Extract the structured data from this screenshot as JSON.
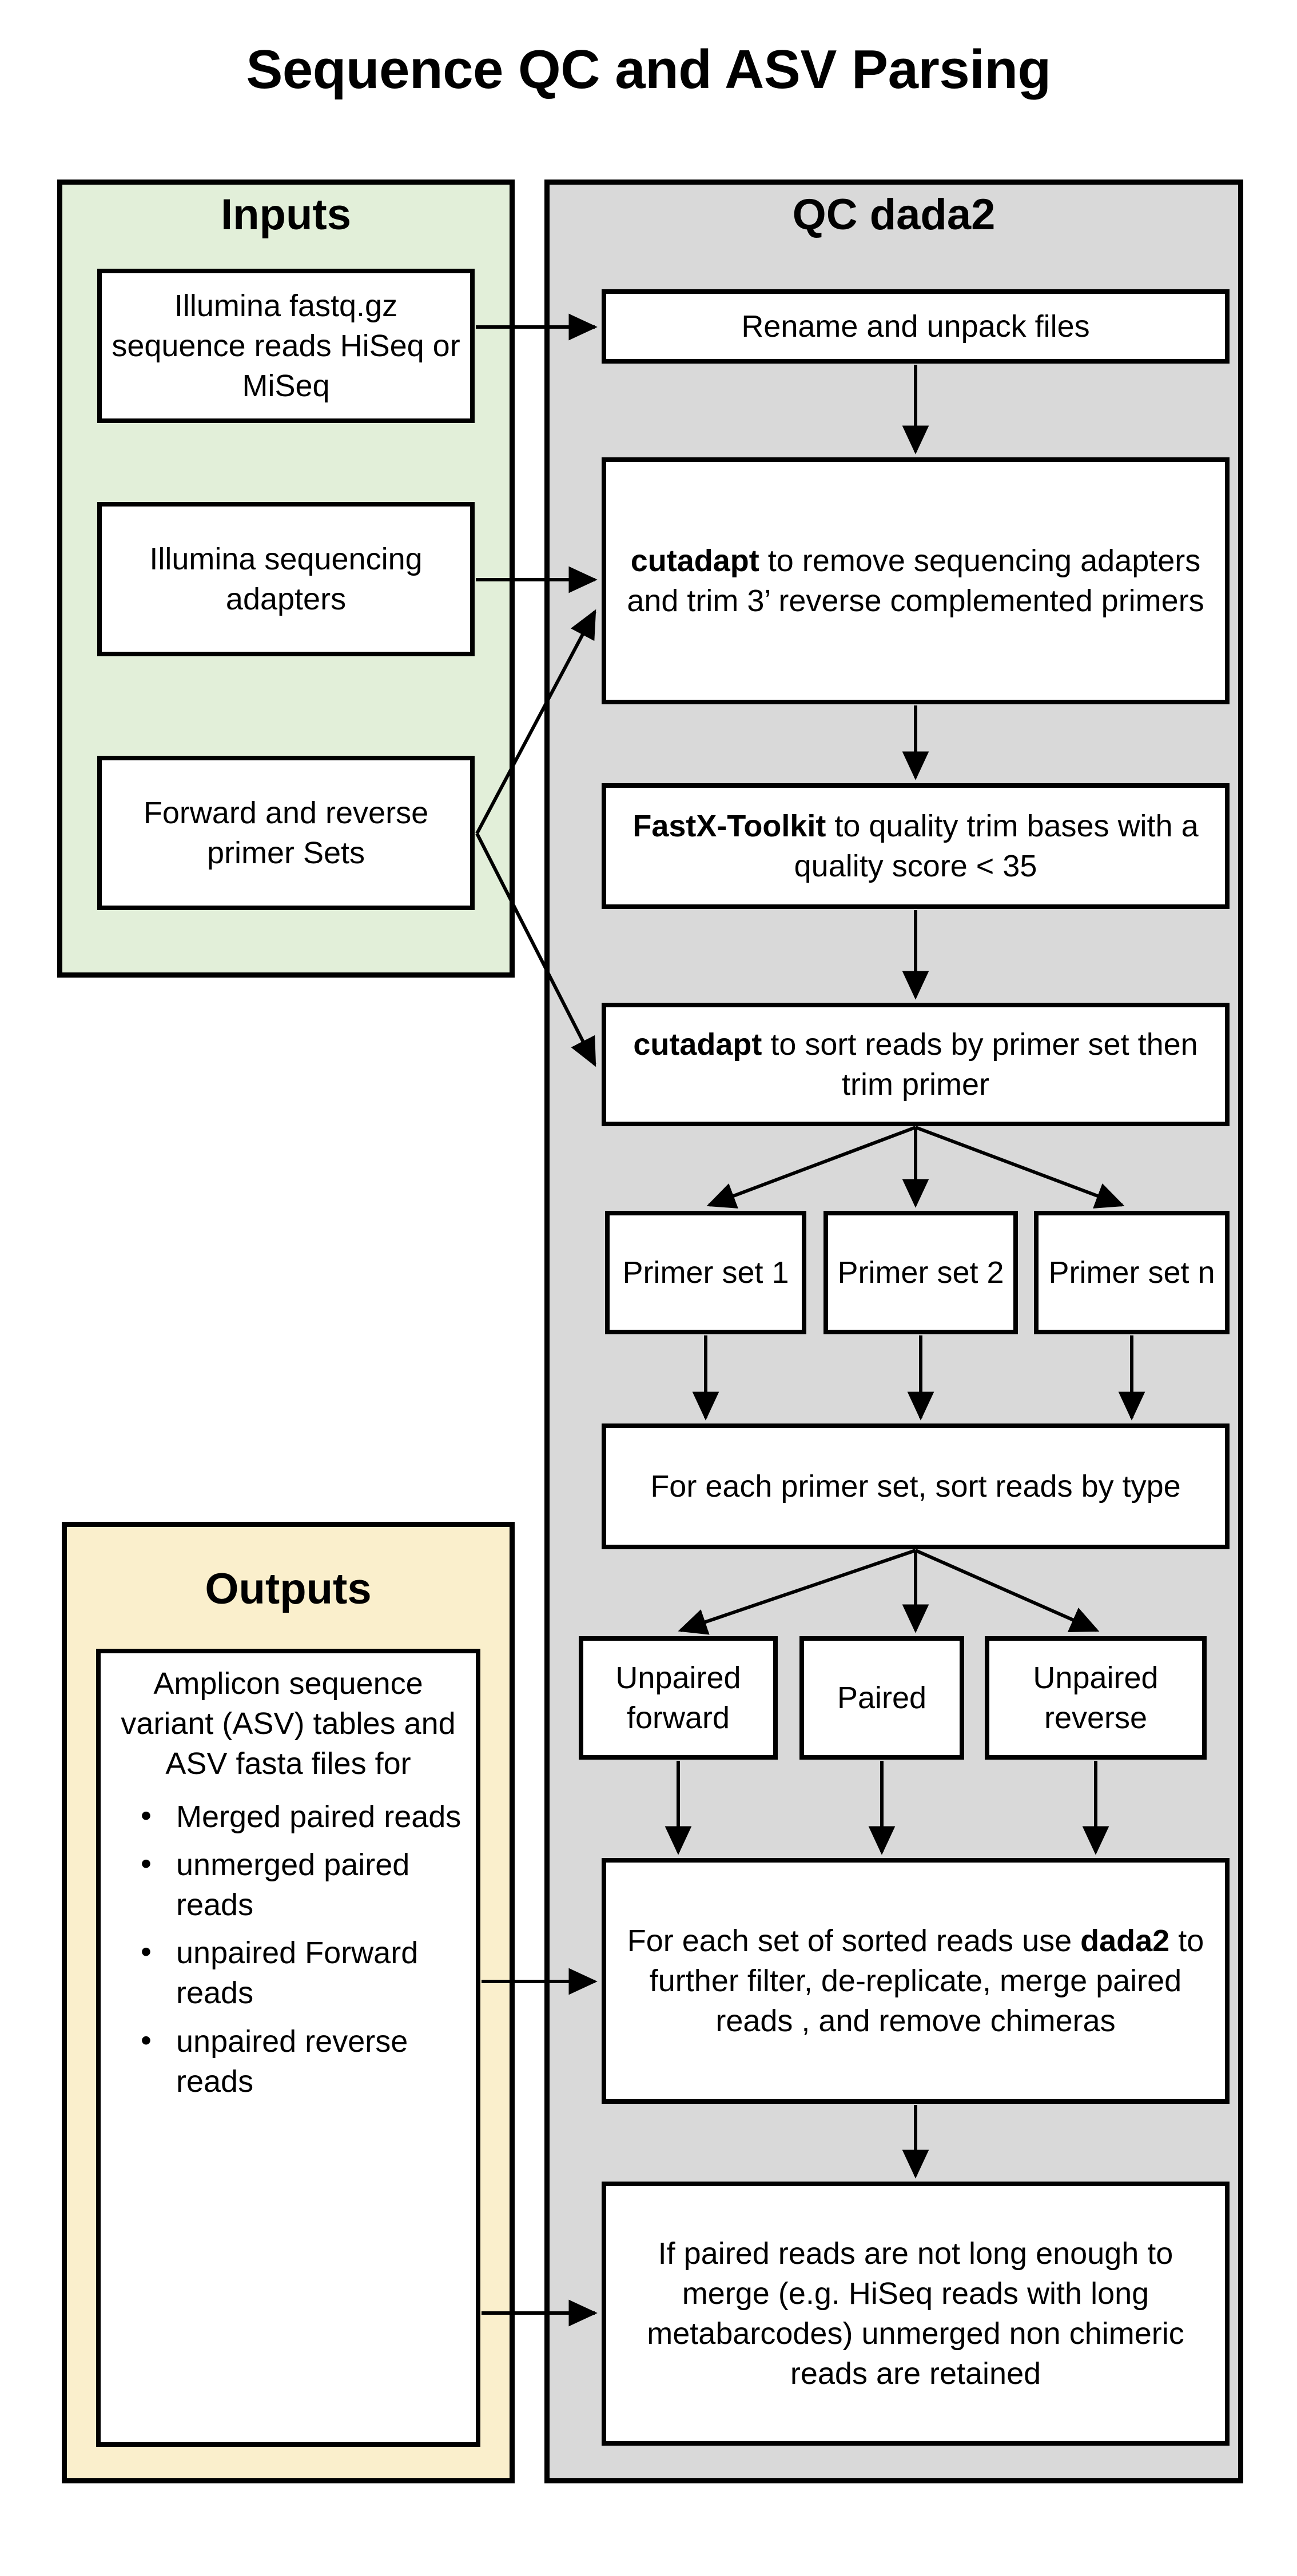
{
  "title": "Sequence QC and ASV Parsing",
  "panels": {
    "inputs": {
      "heading": "Inputs",
      "fill": "#E2EFD9",
      "boxes": [
        {
          "id": "illumina-reads",
          "lines": [
            "Illumina fastq.gz",
            "sequence reads",
            "HiSeq or MiSeq"
          ]
        },
        {
          "id": "illumina-adapters",
          "lines": [
            "Illumina",
            "sequencing",
            "adapters"
          ]
        },
        {
          "id": "primer-sets",
          "lines": [
            "Forward and",
            "reverse",
            "primer Sets"
          ]
        }
      ]
    },
    "outputs": {
      "heading": "Outputs",
      "fill": "#FAEFCC",
      "box": {
        "id": "asv-outputs",
        "lead": "Amplicon sequence variant (ASV) tables  and ASV fasta files for",
        "bullets": [
          "Merged paired reads",
          "unmerged paired reads",
          "unpaired Forward reads",
          "unpaired reverse reads"
        ]
      }
    },
    "qc": {
      "heading": "QC dada2",
      "fill": "#D9D9D9",
      "steps": [
        {
          "id": "rename-unpack",
          "text": "Rename and unpack files",
          "bold": ""
        },
        {
          "id": "cutadapt-adapters",
          "text": "cutadapt to remove sequencing adapters and trim 3’ reverse complemented primers",
          "bold": "cutadapt"
        },
        {
          "id": "fastx-quality-trim",
          "text": "FastX-Toolkit to quality trim bases with a quality score < 35",
          "bold": "FastX-Toolkit"
        },
        {
          "id": "cutadapt-sort",
          "text": "cutadapt to sort reads by primer set then trim primer",
          "bold": "cutadapt"
        },
        {
          "id": "primer-set-1",
          "text": "Primer set 1",
          "bold": ""
        },
        {
          "id": "primer-set-2",
          "text": "Primer set 2",
          "bold": ""
        },
        {
          "id": "primer-set-n",
          "text": "Primer set n",
          "bold": ""
        },
        {
          "id": "sort-reads-by-type",
          "text": "For each primer set, sort reads by type",
          "bold": ""
        },
        {
          "id": "unpaired-forward",
          "text": "Unpaired forward",
          "bold": ""
        },
        {
          "id": "paired",
          "text": "Paired",
          "bold": ""
        },
        {
          "id": "unpaired-reverse",
          "text": "Unpaired reverse",
          "bold": ""
        },
        {
          "id": "dada2-filter",
          "text": "For each set of sorted reads use dada2 to further filter, de-replicate, merge paired reads , and remove chimeras",
          "bold": "dada2"
        },
        {
          "id": "unmerged-retained",
          "text": "If paired reads are not long enough to merge (e.g. HiSeq reads with long metabarcodes) unmerged non chimeric reads are retained",
          "bold": ""
        }
      ]
    }
  },
  "step_text": {
    "rename_unpack": "Rename and unpack files",
    "cutadapt_adapters_pre": "",
    "cutadapt_adapters_bold": "cutadapt",
    "cutadapt_adapters_post": " to remove sequencing adapters and trim 3’ reverse complemented primers",
    "fastx_bold": "FastX-Toolkit",
    "fastx_post": " to quality trim bases with a quality score < 35",
    "cutadapt_sort_bold": "cutadapt",
    "cutadapt_sort_post": " to sort reads by primer set then trim primer",
    "primer_set_1": "Primer set 1",
    "primer_set_2": "Primer set 2",
    "primer_set_n": "Primer set n",
    "sort_reads_by_type": "For each primer set, sort reads by type",
    "unpaired_forward": "Unpaired forward",
    "paired": "Paired",
    "unpaired_reverse": "Unpaired reverse",
    "dada2_pre": "For each set of sorted reads use ",
    "dada2_bold": "dada2",
    "dada2_post": " to further filter, de-replicate, merge paired reads , and remove chimeras",
    "unmerged_retained": "If paired reads are not long enough to merge (e.g. HiSeq reads with long metabarcodes) unmerged non chimeric reads are retained"
  },
  "input_text": {
    "illumina_reads": "Illumina fastq.gz sequence reads HiSeq or MiSeq",
    "illumina_adapters": "Illumina sequencing adapters",
    "primer_sets": "Forward and reverse primer Sets"
  },
  "output_text": {
    "lead": "Amplicon sequence variant (ASV) tables  and ASV fasta files for",
    "bullet_1": "Merged paired reads",
    "bullet_2": "unmerged paired reads",
    "bullet_3": "unpaired Forward reads",
    "bullet_4": "unpaired reverse reads"
  },
  "colors": {
    "inputs_fill": "#E2EFD9",
    "outputs_fill": "#FAEFCC",
    "qc_fill": "#D9D9D9",
    "box_fill": "#FFFFFF",
    "stroke": "#000000",
    "page_bg": "#FFFFFF"
  }
}
